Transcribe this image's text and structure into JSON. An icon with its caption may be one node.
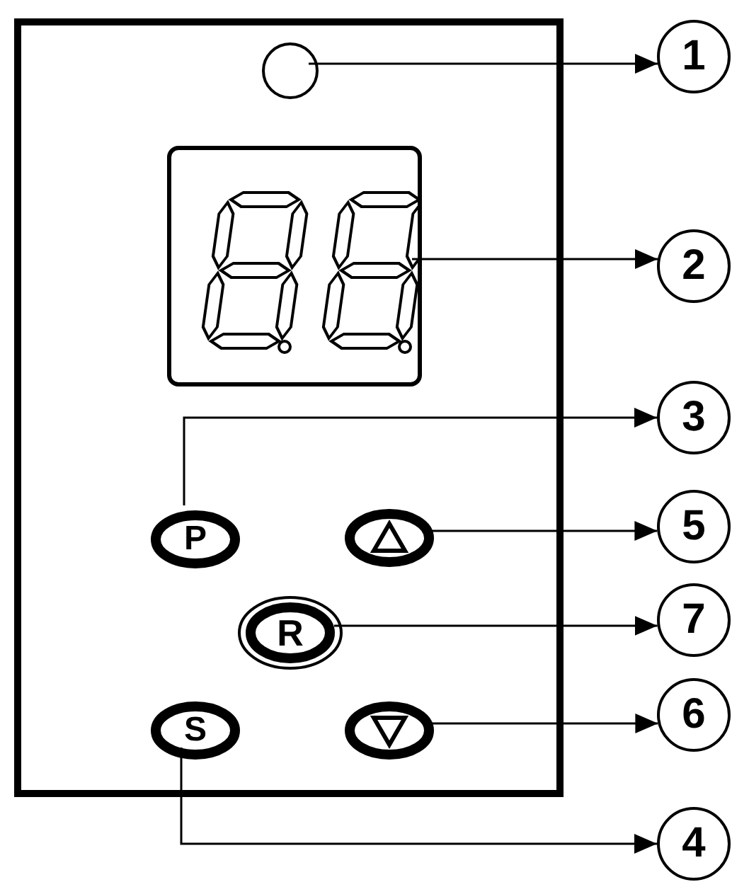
{
  "diagram": {
    "nodes": [
      {
        "text": [],
        "shape": "box"
      },
      {
        "text": [],
        "shape": "circle",
        "in": 0
      },
      {
        "text": [],
        "shape": "box",
        "in": 0
      },
      {
        "text": [
          "P"
        ],
        "in": 0
      },
      {
        "text": [],
        "shape": "oval",
        "in": 0
      },
      {
        "text": [
          "R"
        ],
        "in": 0
      },
      {
        "text": [
          "S"
        ],
        "in": 0
      },
      {
        "text": [],
        "shape": "oval",
        "in": 0
      },
      {
        "text": [
          "1"
        ]
      },
      {
        "text": [
          "2"
        ]
      },
      {
        "text": [
          "3"
        ]
      },
      {
        "text": [
          "5"
        ]
      },
      {
        "text": [
          "7"
        ]
      },
      {
        "text": [
          "6"
        ]
      },
      {
        "text": [
          "4"
        ]
      }
    ],
    "edges": [
      {
        "from": 1,
        "to": 8,
        "arrow": "to"
      },
      {
        "from": 2,
        "to": 9,
        "arrow": "to"
      },
      {
        "from": 3,
        "to": 10,
        "arrow": "to"
      },
      {
        "from": 4,
        "to": 11,
        "arrow": "to"
      },
      {
        "from": 5,
        "to": 12,
        "arrow": "to"
      },
      {
        "from": 7,
        "to": 13,
        "arrow": "to"
      },
      {
        "from": 6,
        "to": 14,
        "arrow": "to"
      }
    ]
  }
}
